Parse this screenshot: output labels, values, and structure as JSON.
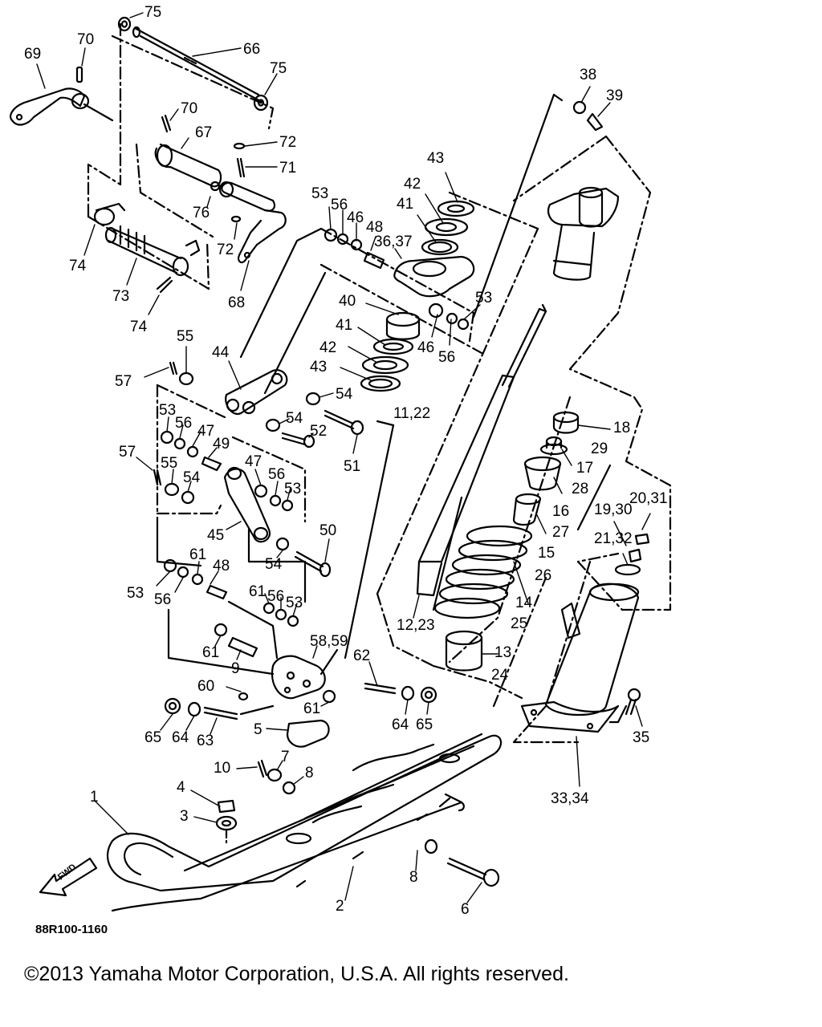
{
  "diagram": {
    "figure_code": "88R100-1160",
    "copyright": "©2013 Yamaha Motor Corporation, U.S.A. All rights reserved.",
    "fwd_label": "FWD",
    "callouts": [
      {
        "id": "c75a",
        "text": "75"
      },
      {
        "id": "c70a",
        "text": "70"
      },
      {
        "id": "c69",
        "text": "69"
      },
      {
        "id": "c66",
        "text": "66"
      },
      {
        "id": "c75b",
        "text": "75"
      },
      {
        "id": "c70b",
        "text": "70"
      },
      {
        "id": "c67",
        "text": "67"
      },
      {
        "id": "c72a",
        "text": "72"
      },
      {
        "id": "c71",
        "text": "71"
      },
      {
        "id": "c76",
        "text": "76"
      },
      {
        "id": "c72b",
        "text": "72"
      },
      {
        "id": "c74a",
        "text": "74"
      },
      {
        "id": "c73",
        "text": "73"
      },
      {
        "id": "c74b",
        "text": "74"
      },
      {
        "id": "c68",
        "text": "68"
      },
      {
        "id": "c38",
        "text": "38"
      },
      {
        "id": "c39",
        "text": "39"
      },
      {
        "id": "c43a",
        "text": "43"
      },
      {
        "id": "c42a",
        "text": "42"
      },
      {
        "id": "c41a",
        "text": "41"
      },
      {
        "id": "c53a",
        "text": "53"
      },
      {
        "id": "c56a",
        "text": "56"
      },
      {
        "id": "c46a",
        "text": "46"
      },
      {
        "id": "c48a",
        "text": "48"
      },
      {
        "id": "c3637",
        "text": "36,37"
      },
      {
        "id": "c53b",
        "text": "53"
      },
      {
        "id": "c40",
        "text": "40"
      },
      {
        "id": "c41b",
        "text": "41"
      },
      {
        "id": "c46b",
        "text": "46"
      },
      {
        "id": "c56b",
        "text": "56"
      },
      {
        "id": "c42b",
        "text": "42"
      },
      {
        "id": "c43b",
        "text": "43"
      },
      {
        "id": "c1122",
        "text": "11,22"
      },
      {
        "id": "c55a",
        "text": "55"
      },
      {
        "id": "c44",
        "text": "44"
      },
      {
        "id": "c57a",
        "text": "57"
      },
      {
        "id": "c54a",
        "text": "54"
      },
      {
        "id": "c54b",
        "text": "54"
      },
      {
        "id": "c52",
        "text": "52"
      },
      {
        "id": "c51",
        "text": "51"
      },
      {
        "id": "c53c",
        "text": "53"
      },
      {
        "id": "c56c",
        "text": "56"
      },
      {
        "id": "c47a",
        "text": "47"
      },
      {
        "id": "c49",
        "text": "49"
      },
      {
        "id": "c57b",
        "text": "57"
      },
      {
        "id": "c55b",
        "text": "55"
      },
      {
        "id": "c54c",
        "text": "54"
      },
      {
        "id": "c47b",
        "text": "47"
      },
      {
        "id": "c56d",
        "text": "56"
      },
      {
        "id": "c53d",
        "text": "53"
      },
      {
        "id": "c45",
        "text": "45"
      },
      {
        "id": "c50",
        "text": "50"
      },
      {
        "id": "c54d",
        "text": "54"
      },
      {
        "id": "c61a",
        "text": "61"
      },
      {
        "id": "c48b",
        "text": "48"
      },
      {
        "id": "c53e",
        "text": "53"
      },
      {
        "id": "c56e",
        "text": "56"
      },
      {
        "id": "c61b",
        "text": "61"
      },
      {
        "id": "c56f",
        "text": "56"
      },
      {
        "id": "c53f",
        "text": "53"
      },
      {
        "id": "c61c",
        "text": "61"
      },
      {
        "id": "c9",
        "text": "9"
      },
      {
        "id": "c5859",
        "text": "58,59"
      },
      {
        "id": "c62",
        "text": "62"
      },
      {
        "id": "c60",
        "text": "60"
      },
      {
        "id": "c61d",
        "text": "61"
      },
      {
        "id": "c64a",
        "text": "64"
      },
      {
        "id": "c65a",
        "text": "65"
      },
      {
        "id": "c65b",
        "text": "65"
      },
      {
        "id": "c64b",
        "text": "64"
      },
      {
        "id": "c63",
        "text": "63"
      },
      {
        "id": "c5",
        "text": "5"
      },
      {
        "id": "c10",
        "text": "10"
      },
      {
        "id": "c7",
        "text": "7"
      },
      {
        "id": "c8a",
        "text": "8"
      },
      {
        "id": "c4",
        "text": "4"
      },
      {
        "id": "c3",
        "text": "3"
      },
      {
        "id": "c1",
        "text": "1"
      },
      {
        "id": "c8b",
        "text": "8"
      },
      {
        "id": "c2",
        "text": "2"
      },
      {
        "id": "c6",
        "text": "6"
      },
      {
        "id": "c1223",
        "text": "12,23"
      },
      {
        "id": "c18",
        "text": "18"
      },
      {
        "id": "c29",
        "text": "29"
      },
      {
        "id": "c17",
        "text": "17"
      },
      {
        "id": "c28",
        "text": "28"
      },
      {
        "id": "c16",
        "text": "16"
      },
      {
        "id": "c27",
        "text": "27"
      },
      {
        "id": "c15",
        "text": "15"
      },
      {
        "id": "c26",
        "text": "26"
      },
      {
        "id": "c14",
        "text": "14"
      },
      {
        "id": "c25",
        "text": "25"
      },
      {
        "id": "c13",
        "text": "13"
      },
      {
        "id": "c24",
        "text": "24"
      },
      {
        "id": "c2031",
        "text": "20,31"
      },
      {
        "id": "c1930",
        "text": "19,30"
      },
      {
        "id": "c2132",
        "text": "21,32"
      },
      {
        "id": "c35",
        "text": "35"
      },
      {
        "id": "c3334",
        "text": "33,34"
      }
    ]
  }
}
